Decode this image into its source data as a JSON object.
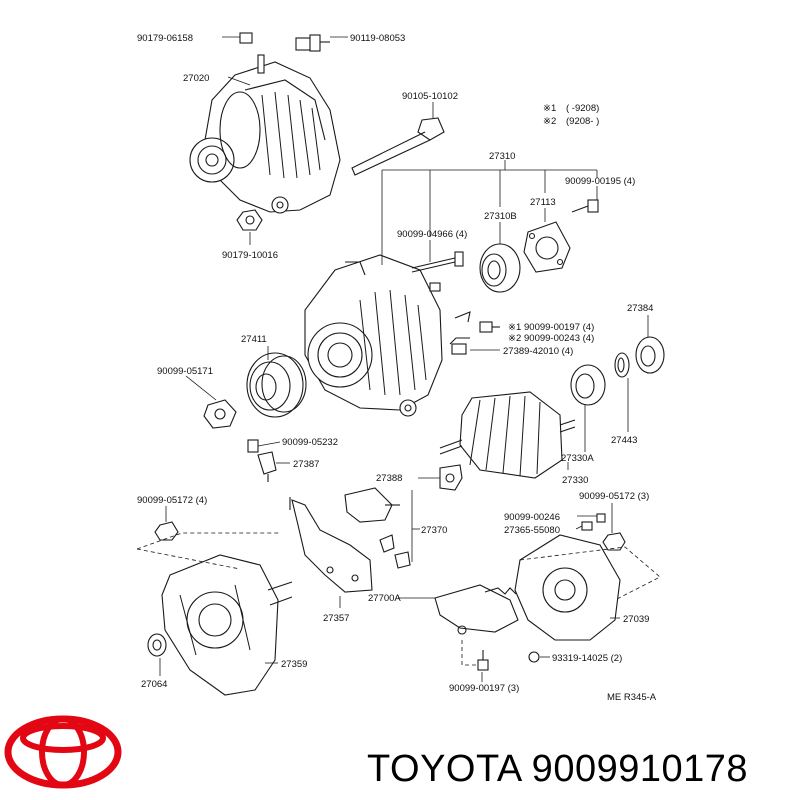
{
  "diagram": {
    "parts": [
      "90179-06158",
      "90119-08053",
      "27020",
      "90105-10102",
      "90179-10016",
      "27310",
      "90099-00195 (4)",
      "27113",
      "90099-04966 (4)",
      "27310B",
      "27384",
      "27389-42010 (4)",
      "27411",
      "90099-05171",
      "90099-05232",
      "27387",
      "27443",
      "27330A",
      "27330",
      "27388",
      "90099-05172 (4)",
      "90099-05172 (3)",
      "90099-00246",
      "27365-55080",
      "27370",
      "27700A",
      "27039",
      "27357",
      "27359",
      "27064",
      "93319-14025 (2)",
      "90099-00197 (3)",
      "ME  R345-A"
    ],
    "notes": {
      "n1_label": "※1",
      "n1_range": "(      -9208)",
      "n2_label": "※2",
      "n2_range": "(9208-        )"
    },
    "callouts": {
      "c1": "※1",
      "c1_part": "90099-00197 (4)",
      "c2": "※2",
      "c2_part": "90099-00243 (4)"
    }
  },
  "footer": {
    "brand_text": "TOYOTA 9009910178",
    "logo_color": "#e30613"
  }
}
